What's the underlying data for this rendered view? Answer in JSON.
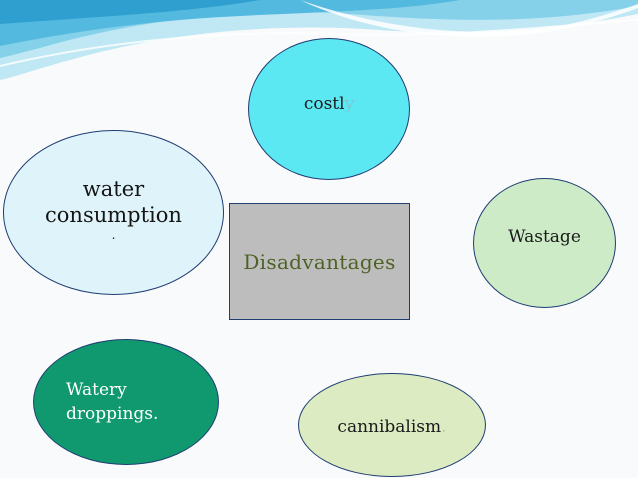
{
  "center": {
    "label": "Disadvantages"
  },
  "nodes": {
    "costly": {
      "label": "costl",
      "label_tail": "y"
    },
    "water": {
      "line1": "water",
      "line2": "consumption",
      "line3": "."
    },
    "wastage": {
      "label": "Wastage"
    },
    "watery": {
      "line1": "Watery",
      "line2": "droppings."
    },
    "cannibalism": {
      "label": "cannibalism",
      "label_tail": "."
    }
  },
  "colors": {
    "outline": "#1f3d73",
    "center_fill": "#bdbdbd",
    "center_text": "#4e6228",
    "costly_fill": "#5ce8f2",
    "water_fill": "#dff4fa",
    "wastage_fill": "#ccebc6",
    "watery_fill": "#10996e",
    "cannibalism_fill": "#dcebc2"
  }
}
